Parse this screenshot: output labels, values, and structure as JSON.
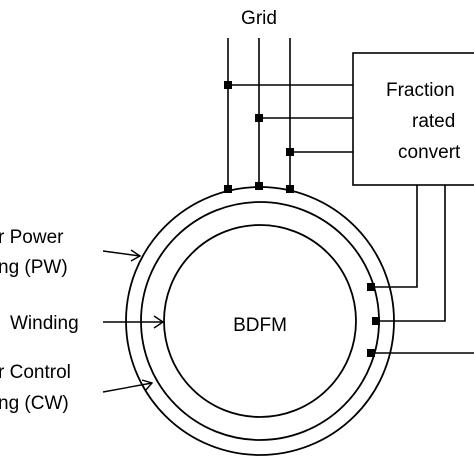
{
  "diagram": {
    "grid_label": "Grid",
    "converter_label_lines": [
      "Fraction",
      "rated",
      "convert"
    ],
    "center_label": "BDFM",
    "power_winding_label_lines": [
      "r Power",
      "ng (PW)"
    ],
    "rotor_winding_label": "Winding",
    "control_winding_label_lines": [
      "r Control",
      "ng (CW)"
    ]
  },
  "colors": {
    "line": "#000000",
    "background": "#ffffff"
  }
}
